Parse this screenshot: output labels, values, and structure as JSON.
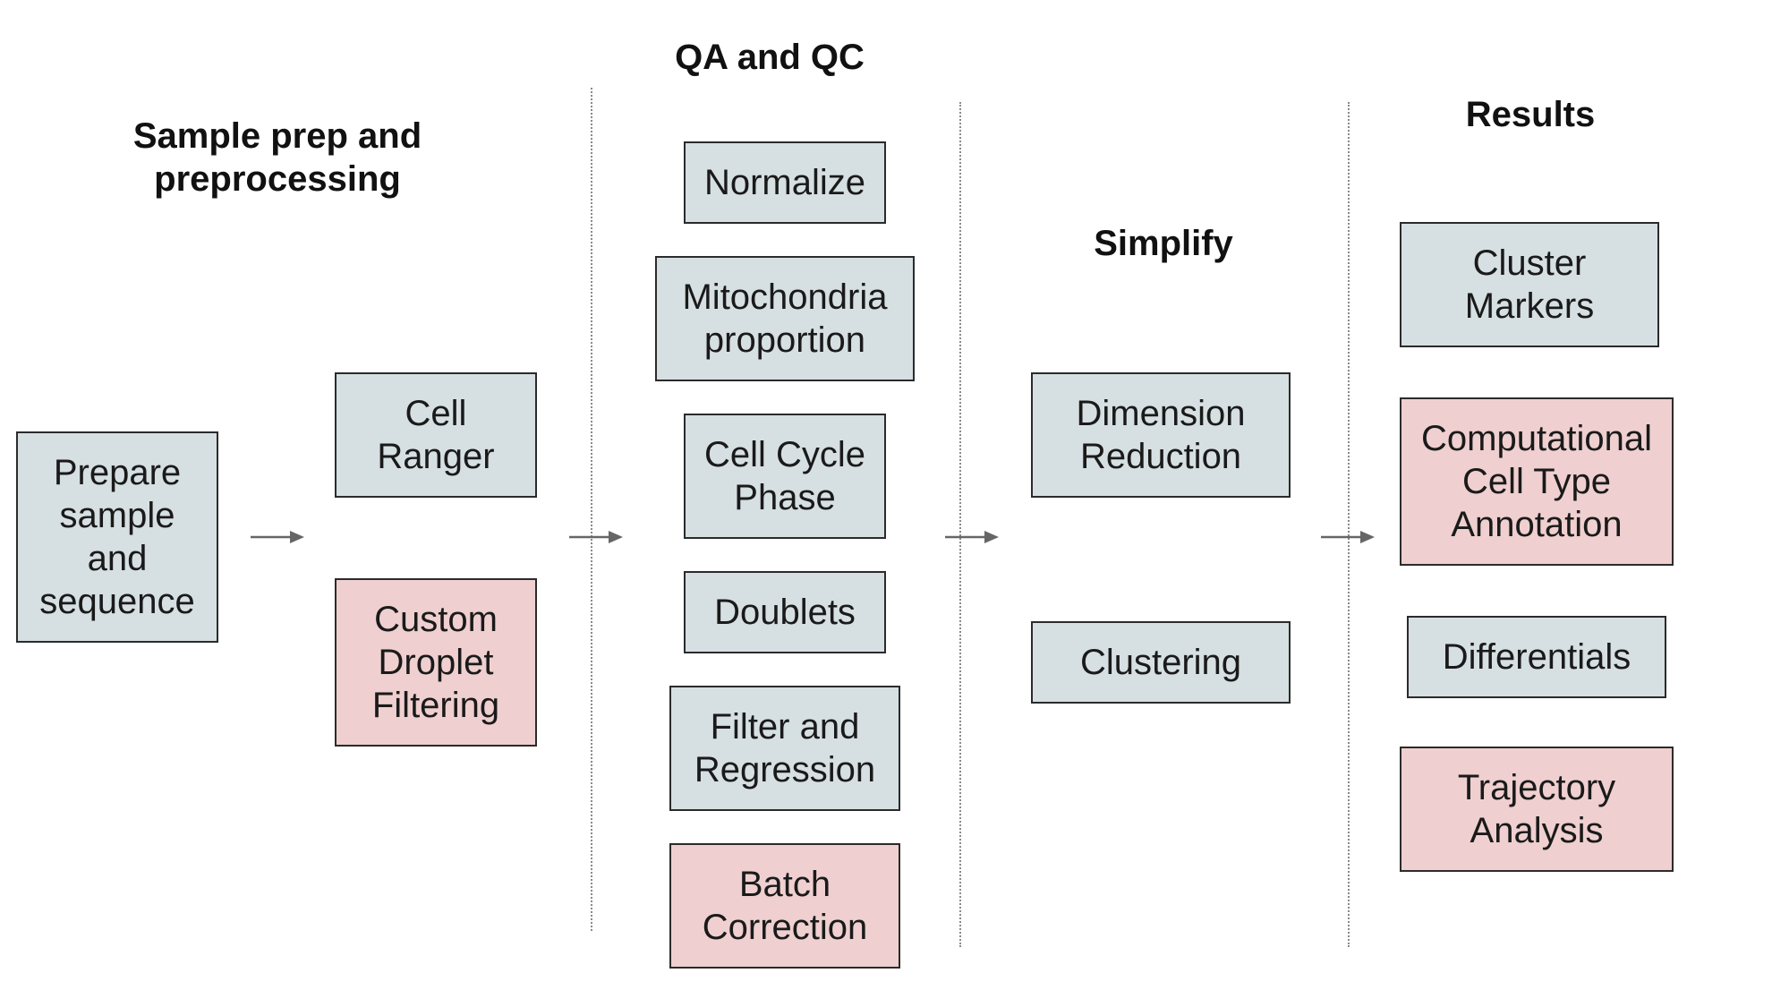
{
  "headings": {
    "sample_prep": "Sample prep and\npreprocessing",
    "qa_qc": "QA and QC",
    "simplify": "Simplify",
    "results": "Results"
  },
  "boxes": {
    "prepare": "Prepare\nsample\nand\nsequence",
    "cell_ranger": "Cell\nRanger",
    "custom_droplet": "Custom\nDroplet\nFiltering",
    "normalize": "Normalize",
    "mitochondria": "Mitochondria\nproportion",
    "cell_cycle": "Cell Cycle\nPhase",
    "doublets": "Doublets",
    "filter_regression": "Filter and\nRegression",
    "batch_correction": "Batch\nCorrection",
    "dimension_reduction": "Dimension\nReduction",
    "clustering": "Clustering",
    "cluster_markers": "Cluster\nMarkers",
    "computational_annotation": "Computational\nCell Type\nAnnotation",
    "differentials": "Differentials",
    "trajectory": "Trajectory\nAnalysis"
  },
  "colors": {
    "blue_box": "#d6dfe2",
    "pink_box": "#efcfcf",
    "border": "#2b2b2b",
    "arrow": "#666666",
    "divider": "#8a8a8a"
  }
}
